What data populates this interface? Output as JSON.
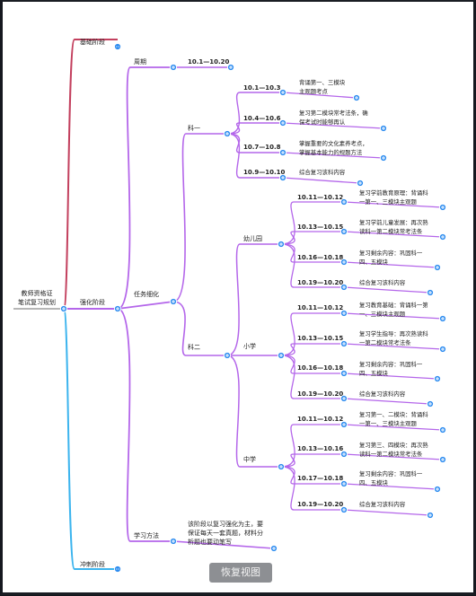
{
  "colors": {
    "purple": "#b466ea",
    "red": "#c3405e",
    "cyan": "#3cb4ee",
    "node_blue": "#2d8cf0"
  },
  "root": {
    "line1": "教师资格证",
    "line2": "笔试复习规划"
  },
  "stages": [
    {
      "id": "s1",
      "label": "基础阶段",
      "collapsed": true
    },
    {
      "id": "s2",
      "label": "强化阶段"
    },
    {
      "id": "s3",
      "label": "冲刺阶段",
      "collapsed": true
    }
  ],
  "stage2": {
    "cycle": {
      "label": "周期",
      "date": "10.1—10.20"
    },
    "tasks": {
      "label": "任务细化"
    },
    "method": {
      "label": "学习方法",
      "text": [
        "该阶段以复习强化为主，要",
        "保证每天一套真题，材料分",
        "析题也要动笔写"
      ]
    }
  },
  "subject1": {
    "label": "科一",
    "items": [
      {
        "date": "10.1—10.3",
        "text": [
          "背诵第一、三模块",
          "主观题考点"
        ]
      },
      {
        "date": "10.4—10.6",
        "text": [
          "复习第二模块常考法条，确",
          "保考试时能够再认"
        ]
      },
      {
        "date": "10.7—10.8",
        "text": [
          "掌握重要的文化素养考点，",
          "掌握基本能力的规题方法"
        ]
      },
      {
        "date": "10.9—10.10",
        "text": [
          "综合复习该科内容"
        ]
      }
    ]
  },
  "subject2": {
    "label": "科二",
    "groups": [
      {
        "label": "幼儿园",
        "items": [
          {
            "date": "10.11—10.12",
            "text": [
              "复习学前教育原理：背诵科",
              "一第一、三模块主观题"
            ]
          },
          {
            "date": "10.13—10.15",
            "text": [
              "复习学前儿童发展：再次熟",
              "读科一第二模块常考法条"
            ]
          },
          {
            "date": "10.16—10.18",
            "text": [
              "复习剩余内容：巩固科一",
              "四、五模块"
            ]
          },
          {
            "date": "10.19—10.20",
            "text": [
              "综合复习该科内容"
            ]
          }
        ]
      },
      {
        "label": "小学",
        "items": [
          {
            "date": "10.11—10.12",
            "text": [
              "复习教育基础：背诵科一第",
              "一、三模块主观题"
            ]
          },
          {
            "date": "10.13—10.15",
            "text": [
              "复习学生指导：再次熟读科",
              "一第二模块常考法条"
            ]
          },
          {
            "date": "10.16—10.18",
            "text": [
              "复习剩余内容：巩固科一",
              "四、五模块"
            ]
          },
          {
            "date": "10.19—10.20",
            "text": [
              "综合复习该科内容"
            ]
          }
        ]
      },
      {
        "label": "中学",
        "items": [
          {
            "date": "10.11—10.12",
            "text": [
              "复习第一、二模块：背诵科",
              "一第一、三模块主观题"
            ]
          },
          {
            "date": "10.13—10.16",
            "text": [
              "复习第三、四模块：再次熟",
              "读科一第二模块常考法条"
            ]
          },
          {
            "date": "10.17—10.18",
            "text": [
              "复习剩余内容：巩固科一",
              "四、五模块"
            ]
          },
          {
            "date": "10.19—10.20",
            "text": [
              "综合复习该科内容"
            ]
          }
        ]
      }
    ]
  },
  "restore_button": "恢复视图"
}
